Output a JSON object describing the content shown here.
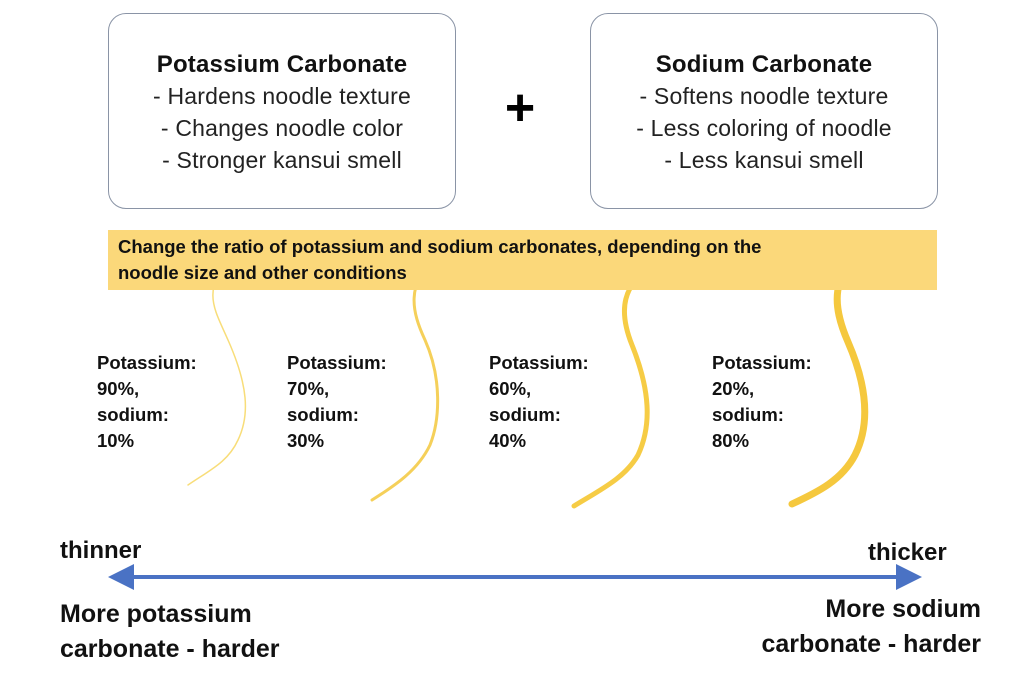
{
  "boxes": {
    "potassium": {
      "title": "Potassium Carbonate",
      "points": [
        "-  Hardens noodle texture",
        "-  Changes noodle color",
        "-  Stronger kansui smell"
      ]
    },
    "sodium": {
      "title": "Sodium Carbonate",
      "points": [
        "-  Softens noodle texture",
        "-  Less coloring of noodle",
        "-  Less kansui smell"
      ]
    }
  },
  "plus_symbol": "+",
  "banner": {
    "line1": "Change the ratio of potassium and sodium carbonates, depending on the",
    "line2": "noodle size and other conditions"
  },
  "ratios": [
    {
      "lines": [
        "Potassium:",
        "90%,",
        "sodium:",
        "10%"
      ],
      "potassium_pct": 90,
      "sodium_pct": 10
    },
    {
      "lines": [
        "Potassium:",
        "70%,",
        "sodium:",
        "30%"
      ],
      "potassium_pct": 70,
      "sodium_pct": 30
    },
    {
      "lines": [
        "Potassium:",
        "60%,",
        "sodium:",
        "40%"
      ],
      "potassium_pct": 60,
      "sodium_pct": 40
    },
    {
      "lines": [
        "Potassium:",
        "20%,",
        "sodium:",
        "80%"
      ],
      "potassium_pct": 20,
      "sodium_pct": 80
    }
  ],
  "axis": {
    "left_label": "thinner",
    "right_label": "thicker",
    "left_bottom": [
      "More potassium",
      "carbonate - harder"
    ],
    "right_bottom": [
      "More sodium",
      "carbonate - harder"
    ]
  },
  "colors": {
    "banner": "#fbd87a",
    "noodle": "#f7cf45",
    "arrow": "#4a72c4",
    "box_border": "#8a94a6"
  }
}
